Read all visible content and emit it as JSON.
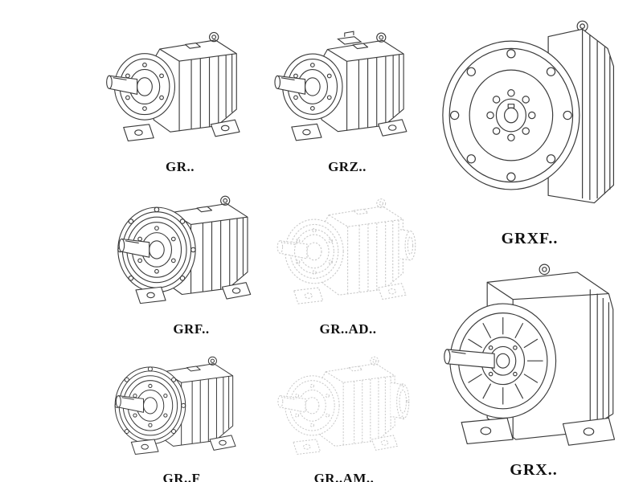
{
  "page": {
    "background": "#ffffff",
    "description": "Catalog sheet of GR series helical gear reducer line drawings"
  },
  "colors": {
    "line": "#3b3b3b",
    "faded_line": "#c9c9c9",
    "label_text": "#111111"
  },
  "products": [
    {
      "id": "gr",
      "label": "GR..",
      "style": "solid"
    },
    {
      "id": "grz",
      "label": "GRZ..",
      "style": "solid"
    },
    {
      "id": "grxf",
      "label": "GRXF..",
      "style": "solid"
    },
    {
      "id": "grf",
      "label": "GRF..",
      "style": "solid"
    },
    {
      "id": "grad",
      "label": "GR..AD..",
      "style": "faded"
    },
    {
      "id": "grx",
      "label": "GRX..",
      "style": "solid"
    },
    {
      "id": "grff",
      "label": "GR..F",
      "style": "solid"
    },
    {
      "id": "gram",
      "label": "GR..AM..",
      "style": "faded"
    }
  ]
}
